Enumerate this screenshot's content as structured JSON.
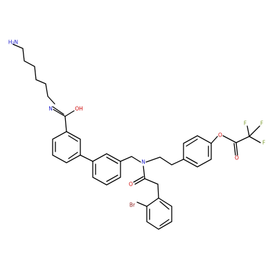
{
  "diagram": {
    "atoms": {
      "n_amine": "H₂N",
      "n_imine": "N",
      "o_hydroxyl": "OH",
      "n_tertiary": "N",
      "o_amide": "O",
      "br": "Br",
      "o_ester_link": "O",
      "o_ester_carbonyl": "O",
      "f1": "F",
      "f2": "F",
      "f3": "F"
    },
    "colors": {
      "bond": "#000000",
      "nitrogen": "#2222cc",
      "oxygen": "#cc0000",
      "bromine": "#8b1a1a",
      "fluorine": "#7a9a2a"
    }
  }
}
